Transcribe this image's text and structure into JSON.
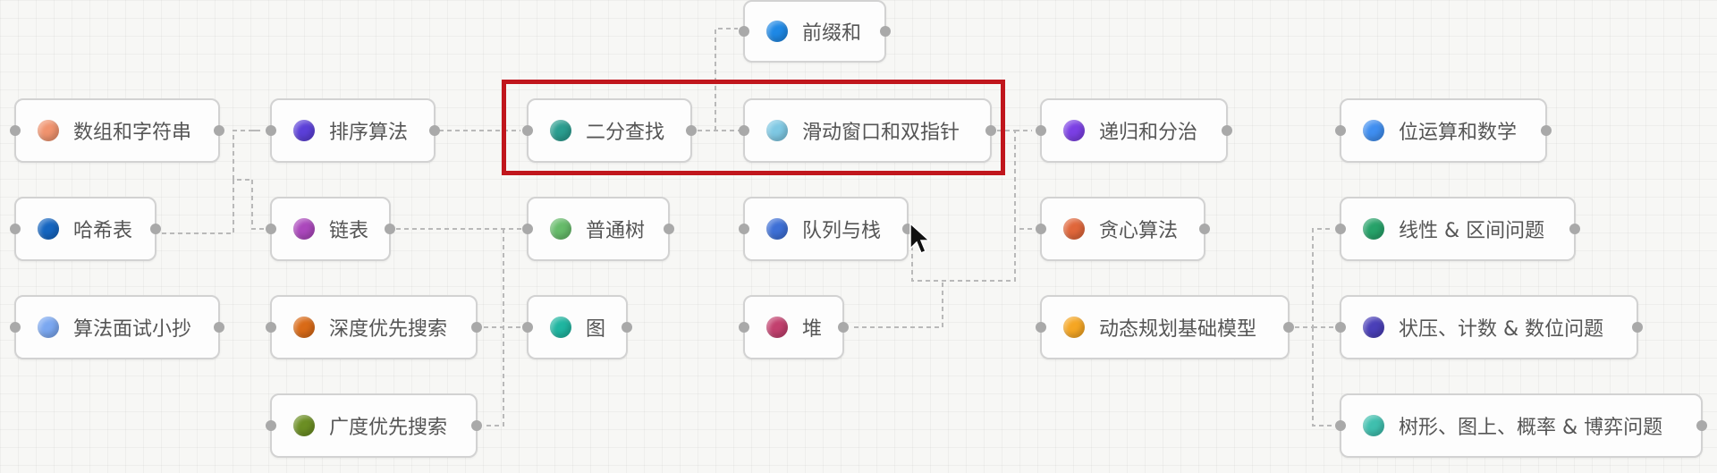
{
  "nodes": [
    {
      "id": "prefix-sum",
      "label": "前缀和",
      "color": "#1e88e5"
    },
    {
      "id": "arrays-strings",
      "label": "数组和字符串",
      "color": "#f0936e"
    },
    {
      "id": "sorting",
      "label": "排序算法",
      "color": "#5b3fd8"
    },
    {
      "id": "binary-search",
      "label": "二分查找",
      "color": "#2a9d8f"
    },
    {
      "id": "sliding-window",
      "label": "滑动窗口和双指针",
      "color": "#7ec8e3"
    },
    {
      "id": "recursion",
      "label": "递归和分治",
      "color": "#7b3fe4"
    },
    {
      "id": "bit-math",
      "label": "位运算和数学",
      "color": "#3f8ef0"
    },
    {
      "id": "hash-table",
      "label": "哈希表",
      "color": "#1565c0"
    },
    {
      "id": "linked-list",
      "label": "链表",
      "color": "#ab47bc"
    },
    {
      "id": "general-tree",
      "label": "普通树",
      "color": "#66bb6a"
    },
    {
      "id": "queue-stack",
      "label": "队列与栈",
      "color": "#3d6fd6"
    },
    {
      "id": "greedy",
      "label": "贪心算法",
      "color": "#e0663a"
    },
    {
      "id": "linear-interval",
      "label": "线性 & 区间问题",
      "color": "#26a269"
    },
    {
      "id": "interview-notes",
      "label": "算法面试小抄",
      "color": "#7aa7f0"
    },
    {
      "id": "dfs",
      "label": "深度优先搜索",
      "color": "#d96a17"
    },
    {
      "id": "graph",
      "label": "图",
      "color": "#1fb5a0"
    },
    {
      "id": "heap",
      "label": "堆",
      "color": "#c2406e"
    },
    {
      "id": "dp-basics",
      "label": "动态规划基础模型",
      "color": "#f5a623"
    },
    {
      "id": "bitmask-counting",
      "label": "状压、计数 & 数位问题",
      "color": "#4a3fb8"
    },
    {
      "id": "bfs",
      "label": "广度优先搜索",
      "color": "#6b8e23"
    },
    {
      "id": "tree-graph-prob-game",
      "label": "树形、图上、概率 & 博弈问题",
      "color": "#3fbfae"
    }
  ]
}
